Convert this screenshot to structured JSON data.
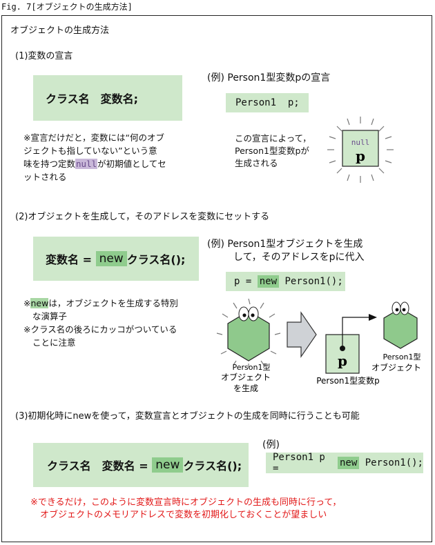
{
  "fig_title": "Fig. 7[オブジェクトの生成方法]",
  "heading": "オブジェクトの生成方法",
  "s1": {
    "title": "(1)変数の宣言",
    "syntax": "クラス名　変数名;",
    "note_line1": "※宣言だけだと，変数には“何のオブ",
    "note_line2": "ジェクトも指していない”という意",
    "note_line3_pre": "味を持つ定数",
    "note_line3_null": "null",
    "note_line3_post": "が初期値としてセ",
    "note_line4": "ットされる",
    "ex_label": "(例) Person1型変数pの宣言",
    "ex_code": "Person1  p;",
    "desc_line1": "この宣言によって，",
    "desc_line2": "Person1型変数pが",
    "desc_line3": "生成される",
    "var_null": "null",
    "var_p": "p"
  },
  "s2": {
    "title": "(2)オブジェクトを生成して，そのアドレスを変数にセットする",
    "syntax_pre": "変数名 =",
    "syntax_new": "new",
    "syntax_post": "クラス名();",
    "ex_label1": "(例) Person1型オブジェクトを生成",
    "ex_label2": "して，そのアドレスをpに代入",
    "ex_code_pre": "p =",
    "ex_code_new": "new",
    "ex_code_post": "Person1();",
    "note1_new": "new",
    "note1_rest": "は，オブジェクトを生成する特別",
    "note1_line2": "な演算子",
    "note2_line1": "※クラス名の後ろにカッコがついている",
    "note2_line2": "ことに注意",
    "obj_caption1": "Person1型",
    "obj_caption2": "オブジェクト",
    "obj_caption3": "を生成",
    "var_p": "p",
    "var_caption": "Person1型変数p",
    "right_caption1": "Person1型",
    "right_caption2": "オブジェクト"
  },
  "s3": {
    "title": "(3)初期化時にnewを使って，変数宣言とオブジェクトの生成を同時に行うことも可能",
    "syntax_pre": "クラス名　変数名 =",
    "syntax_new": "new",
    "syntax_post": "クラス名();",
    "ex_label": "(例)",
    "ex_code_pre": "Person1 p =",
    "ex_code_new": "new",
    "ex_code_post": "Person1();",
    "warn_line1": "※できるだけ，このように変数宣言時にオブジェクトの生成も同時に行って，",
    "warn_line2": "オブジェクトのメモリアドレスで変数を初期化しておくことが望ましい"
  },
  "colors": {
    "box_green": "#cfe8cb",
    "new_highlight": "#8fcc8d",
    "warning_red": "#e21818",
    "null_purple": "#c9b8d9"
  }
}
